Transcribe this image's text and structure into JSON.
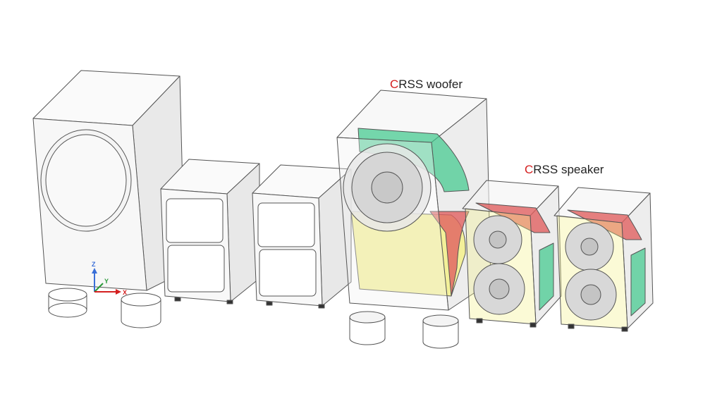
{
  "labels": {
    "woofer": {
      "accent": "C",
      "rest": "RSS woofer"
    },
    "speaker": {
      "accent": "C",
      "rest": "RSS speaker"
    }
  },
  "axes": {
    "z": "Z",
    "y": "Y",
    "x": "X"
  },
  "colors": {
    "accent": "#d42020",
    "green": "#3cc88a",
    "yellow": "#f3f08a",
    "red": "#e06060"
  }
}
